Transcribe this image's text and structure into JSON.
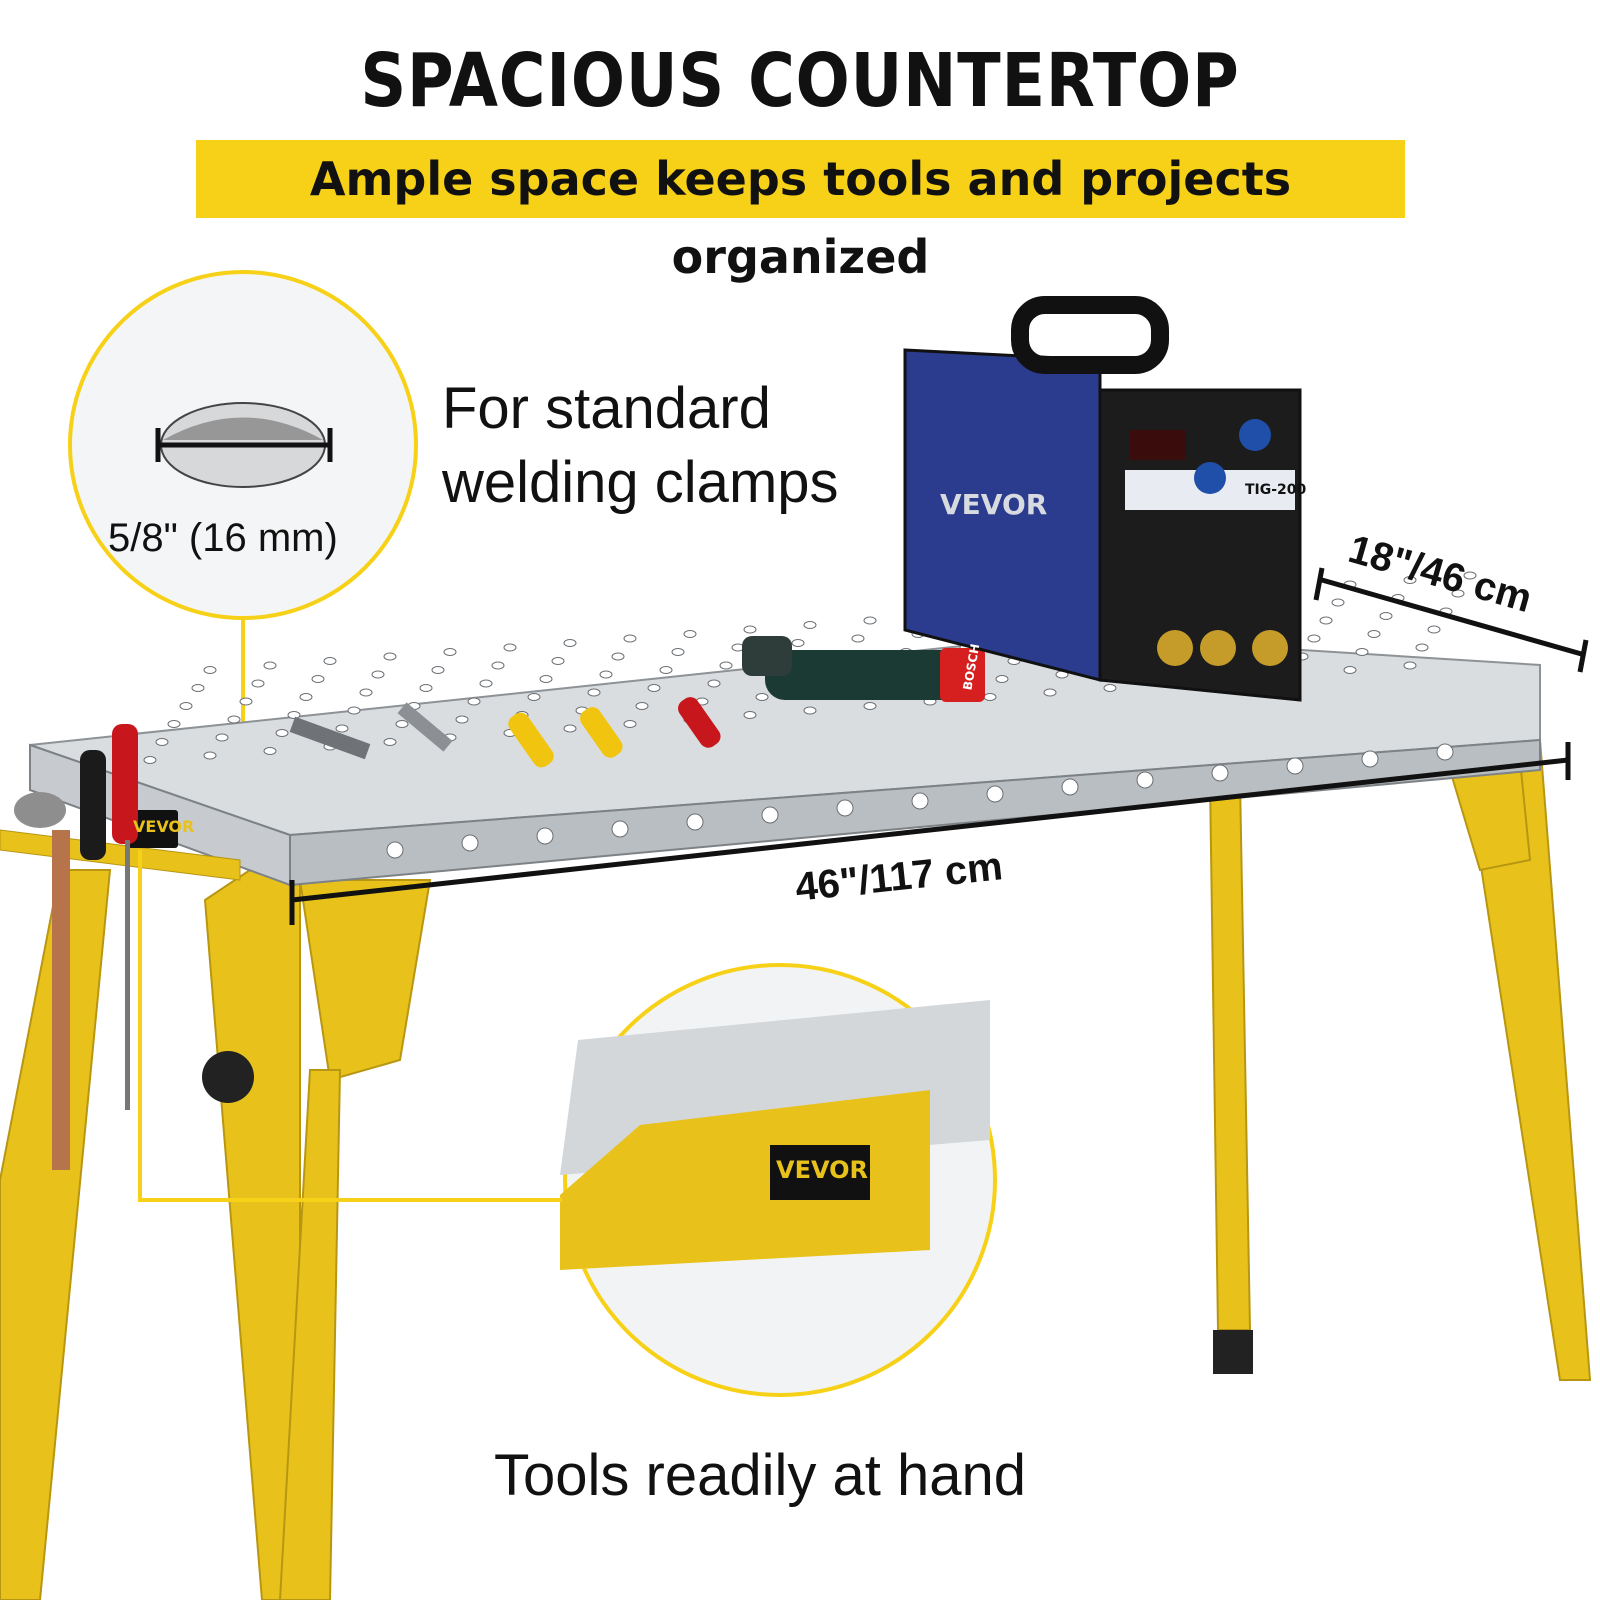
{
  "headline": "SPACIOUS COUNTERTOP",
  "subheadline": "Ample space keeps tools and projects organized",
  "callouts": {
    "clamp_text": "For standard welding clamps",
    "hole_diameter": "5/8\" (16 mm)",
    "tools_text": "Tools readily at hand"
  },
  "dimensions": {
    "width": "46\"/117 cm",
    "depth": "18\"/46 cm"
  },
  "brand_marks": [
    "VEVOR",
    "TIG-200",
    "BOSCH"
  ],
  "colors": {
    "accent_yellow": "#f7d117",
    "leg_yellow": "#e8c21a",
    "welder_blue": "#2b3b8e",
    "table_steel": "#d9dde0",
    "text": "#111111"
  },
  "icons": [
    "clamp-hole-icon",
    "welder-machine-icon",
    "drill-icon",
    "wrench-icon",
    "screwdriver-icon",
    "hammer-icon"
  ]
}
